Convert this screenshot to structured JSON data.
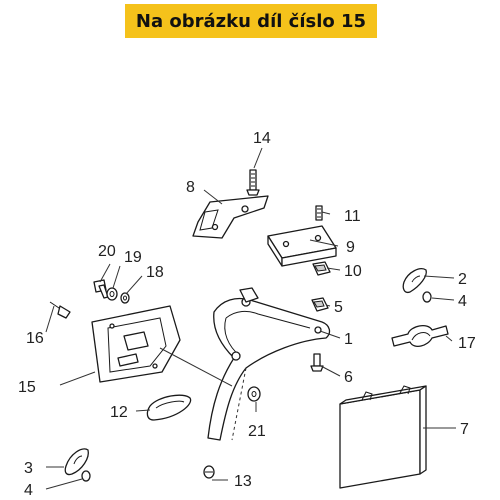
{
  "banner": {
    "text": "Na obrázku díl číslo 15",
    "color": "#f5c21b"
  },
  "labels": {
    "l1": "1",
    "l2": "2",
    "l3": "3",
    "l4a": "4",
    "l4b": "4",
    "l5": "5",
    "l6": "6",
    "l7": "7",
    "l8": "8",
    "l9": "9",
    "l10": "10",
    "l11": "11",
    "l12": "12",
    "l13": "13",
    "l14": "14",
    "l15": "15",
    "l16": "16",
    "l17": "17",
    "l18": "18",
    "l19": "19",
    "l20": "20",
    "l21": "21"
  }
}
